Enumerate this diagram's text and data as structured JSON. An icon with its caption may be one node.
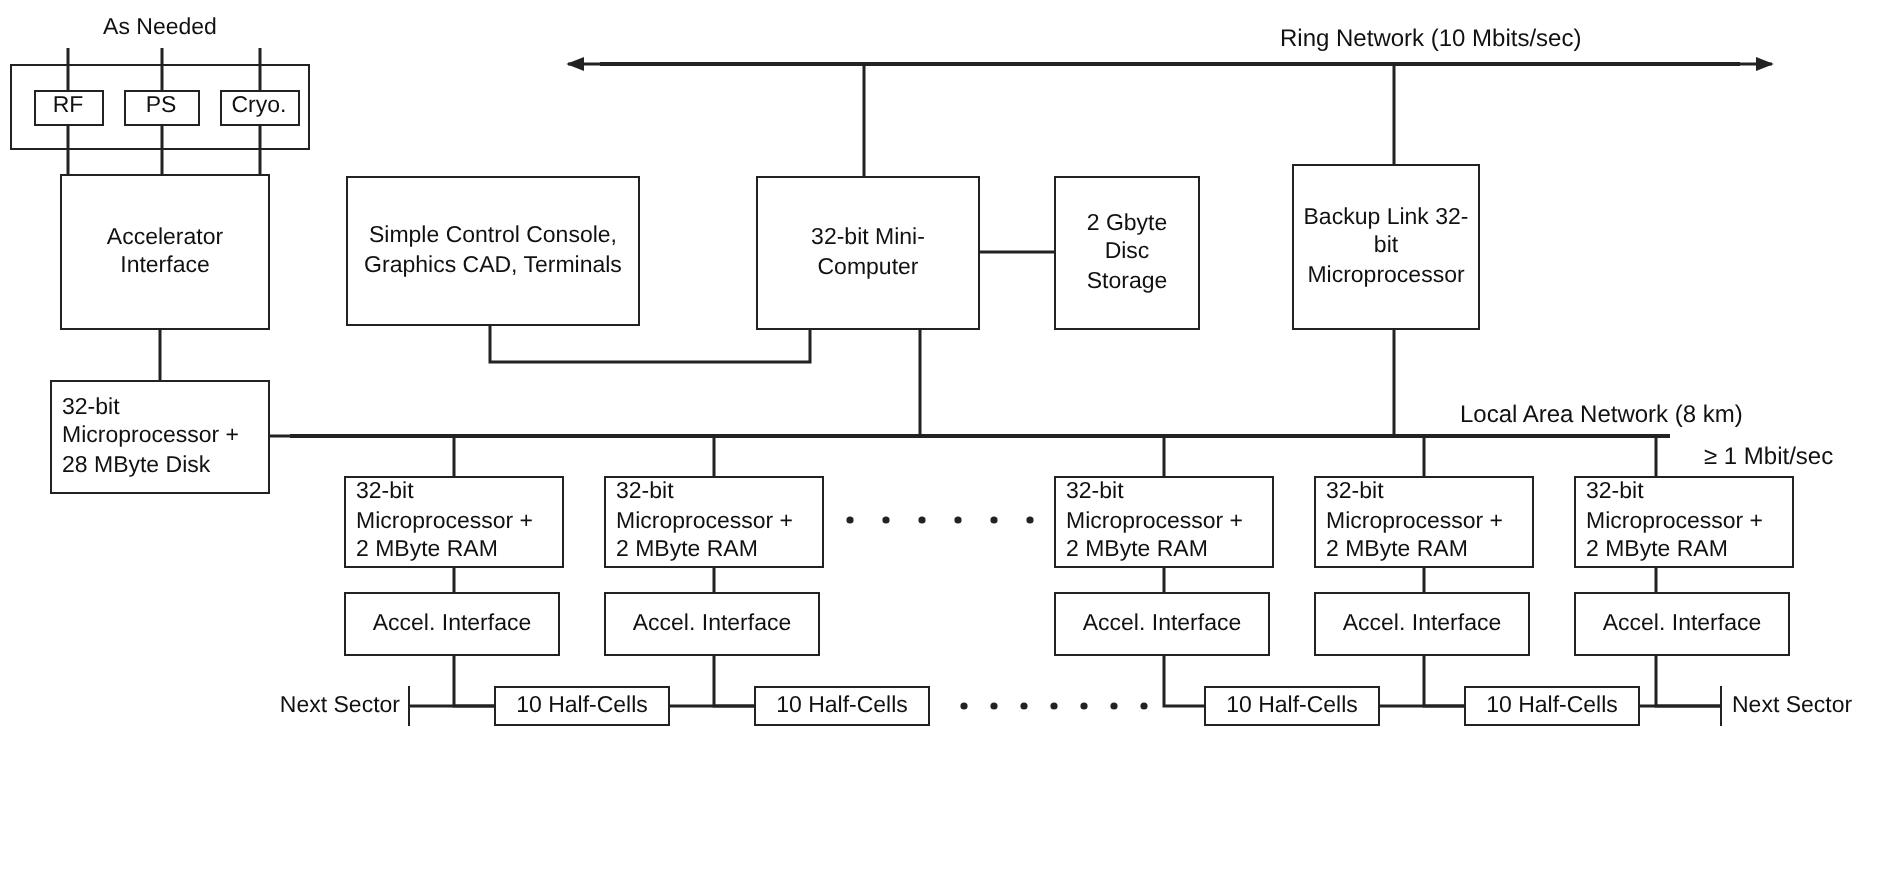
{
  "diagram": {
    "nodes": [
      {
        "text": [
          "As Needed"
        ]
      },
      {
        "text": [],
        "shape": "box"
      },
      {
        "text": [
          "RF"
        ],
        "in": 1
      },
      {
        "text": [
          "PS"
        ],
        "in": 1
      },
      {
        "text": [
          "Cryo."
        ],
        "in": 1
      },
      {
        "text": [
          "Accelerator Interface"
        ]
      },
      {
        "text": [
          "Simple Control Console, Graphics CAD, Terminals"
        ]
      },
      {
        "text": [
          "32-bit Mini-Computer"
        ]
      },
      {
        "text": [
          "2 Gbyte Disc Storage"
        ]
      },
      {
        "text": [
          "Backup Link 32-bit Microprocessor"
        ]
      },
      {
        "text": [],
        "shape": "bar"
      },
      {
        "text": [
          "32-bit Microprocessor + 28 MByte Disk"
        ]
      },
      {
        "text": [],
        "shape": "bar"
      },
      {
        "text": [
          "32-bit Microprocessor + 2 MByte RAM"
        ]
      },
      {
        "text": [
          "32-bit Microprocessor + 2 MByte RAM"
        ]
      },
      {
        "text": [
          "32-bit Microprocessor + 2 MByte RAM"
        ]
      },
      {
        "text": [
          "32-bit Microprocessor + 2 MByte RAM"
        ]
      },
      {
        "text": [
          "32-bit Microprocessor + 2 MByte RAM"
        ]
      },
      {
        "text": [
          "Accel. Interface"
        ]
      },
      {
        "text": [
          "Accel. Interface"
        ]
      },
      {
        "text": [
          "Accel. Interface"
        ]
      },
      {
        "text": [
          "Accel. Interface"
        ]
      },
      {
        "text": [
          "Accel. Interface"
        ]
      },
      {
        "text": [
          "Next Sector"
        ]
      },
      {
        "text": [
          "10 Half-Cells"
        ]
      },
      {
        "text": [
          "10 Half-Cells"
        ]
      },
      {
        "text": [
          "10 Half-Cells"
        ]
      },
      {
        "text": [
          "10 Half-Cells"
        ]
      },
      {
        "text": [
          "Next Sector"
        ]
      }
    ],
    "edges": [
      {
        "from": 0,
        "to": 2,
        "arrow": "none"
      },
      {
        "from": 0,
        "to": 3,
        "arrow": "none"
      },
      {
        "from": 0,
        "to": 4,
        "arrow": "none"
      },
      {
        "from": 2,
        "to": 5,
        "arrow": "none"
      },
      {
        "from": 3,
        "to": 5,
        "arrow": "none"
      },
      {
        "from": 4,
        "to": 5,
        "arrow": "none"
      },
      {
        "from": 7,
        "to": 8,
        "arrow": "none"
      },
      {
        "from": 6,
        "to": 7,
        "arrow": "none"
      },
      {
        "from": 7,
        "to": 10,
        "arrow": "none"
      },
      {
        "from": 9,
        "to": 10,
        "arrow": "none"
      },
      {
        "from": 10,
        "to": null,
        "arrow": "to"
      },
      {
        "from": 10,
        "to": null,
        "arrow": "to"
      },
      {
        "from": 5,
        "to": 11,
        "arrow": "none"
      },
      {
        "from": 11,
        "to": 12,
        "arrow": "none"
      },
      {
        "from": 7,
        "to": 12,
        "arrow": "none"
      },
      {
        "from": 9,
        "to": 12,
        "arrow": "none"
      },
      {
        "from": 12,
        "to": 13,
        "arrow": "none"
      },
      {
        "from": 12,
        "to": 14,
        "arrow": "none"
      },
      {
        "from": 12,
        "to": 15,
        "arrow": "none"
      },
      {
        "from": 12,
        "to": 16,
        "arrow": "none"
      },
      {
        "from": 12,
        "to": 17,
        "arrow": "none"
      },
      {
        "from": 13,
        "to": 18,
        "arrow": "none"
      },
      {
        "from": 14,
        "to": 19,
        "arrow": "none"
      },
      {
        "from": 15,
        "to": 20,
        "arrow": "none"
      },
      {
        "from": 16,
        "to": 21,
        "arrow": "none"
      },
      {
        "from": 17,
        "to": 22,
        "arrow": "none"
      },
      {
        "from": 18,
        "to": 24,
        "arrow": "none"
      },
      {
        "from": 19,
        "to": 25,
        "arrow": "none"
      },
      {
        "from": 20,
        "to": 26,
        "arrow": "none"
      },
      {
        "from": 21,
        "to": 27,
        "arrow": "none"
      },
      {
        "from": 22,
        "to": 28,
        "arrow": "none"
      },
      {
        "from": 23,
        "to": 24,
        "arrow": "none"
      },
      {
        "from": 24,
        "to": 25,
        "arrow": "none"
      },
      {
        "from": 26,
        "to": 27,
        "arrow": "none"
      },
      {
        "from": 27,
        "to": 28,
        "arrow": "none"
      }
    ],
    "labels": [
      "Ring Network (10 Mbits/sec)",
      "Local Area Network (8 km)",
      "≥ 1 Mbit/sec"
    ]
  }
}
